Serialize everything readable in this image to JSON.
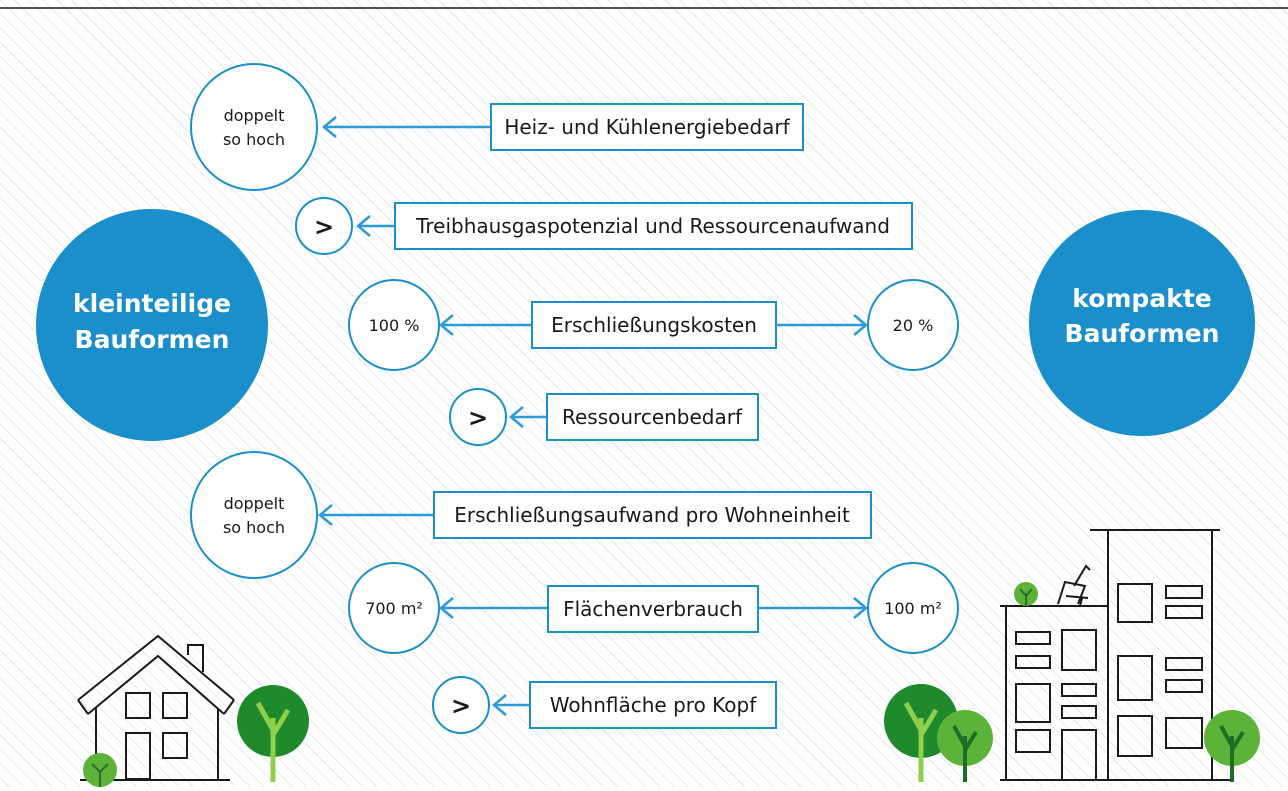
{
  "left_group": {
    "line1": "kleinteilige",
    "line2": "Bauformen"
  },
  "right_group": {
    "line1": "kompakte",
    "line2": "Bauformen"
  },
  "rows": [
    {
      "label": "Heiz- und Kühlenergiebedarf",
      "left": [
        "doppelt",
        "so hoch"
      ]
    },
    {
      "label": "Treibhausgaspotenzial und Ressourcenaufwand",
      "left": [
        ">"
      ]
    },
    {
      "label": "Erschließungskosten",
      "left": [
        "100 %"
      ],
      "right": "20 %"
    },
    {
      "label": "Ressourcenbedarf",
      "left": [
        ">"
      ]
    },
    {
      "label": "Erschließungsaufwand pro Wohneinheit",
      "left": [
        "doppelt",
        "so hoch"
      ]
    },
    {
      "label": "Flächenverbrauch",
      "left": [
        "700 m²"
      ],
      "right": "100 m²"
    },
    {
      "label": "Wohnfläche pro Kopf",
      "left": [
        ">"
      ]
    }
  ],
  "colors": {
    "blue": "#1a8fcc",
    "arrow": "#2c9ad6",
    "tree_dark": "#1f8a2c",
    "tree_light": "#5cb338",
    "hatch": "#d2d8dc"
  }
}
